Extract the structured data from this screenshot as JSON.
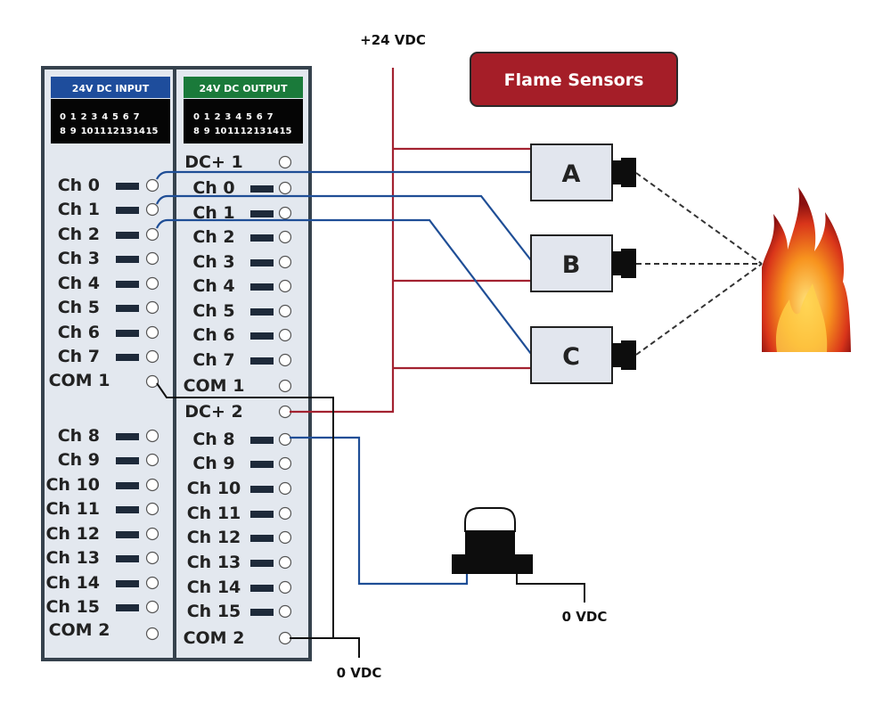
{
  "supply": {
    "plus_label": "+24 VDC",
    "zero_label_bottom": "0 VDC",
    "zero_label_switch": "0 VDC"
  },
  "title_banner": {
    "text": "Flame Sensors"
  },
  "input_module": {
    "header": "24V DC INPUT",
    "status_row1": [
      "0",
      "1",
      "2",
      "3",
      "4",
      "5",
      "6",
      "7"
    ],
    "status_row2": [
      "8",
      "9",
      "10",
      "11",
      "12",
      "13",
      "14",
      "15"
    ],
    "group1": [
      "Ch 0",
      "Ch 1",
      "Ch 2",
      "Ch 3",
      "Ch 4",
      "Ch 5",
      "Ch 6",
      "Ch 7"
    ],
    "com1": "COM 1",
    "group2": [
      "Ch 8",
      "Ch 9",
      "Ch 10",
      "Ch 11",
      "Ch 12",
      "Ch 13",
      "Ch 14",
      "Ch 15"
    ],
    "com2": "COM 2"
  },
  "output_module": {
    "header": "24V DC OUTPUT",
    "status_row1": [
      "0",
      "1",
      "2",
      "3",
      "4",
      "5",
      "6",
      "7"
    ],
    "status_row2": [
      "8",
      "9",
      "10",
      "11",
      "12",
      "13",
      "14",
      "15"
    ],
    "dc1": "DC+ 1",
    "group1": [
      "Ch 0",
      "Ch 1",
      "Ch 2",
      "Ch 3",
      "Ch 4",
      "Ch 5",
      "Ch 6",
      "Ch 7"
    ],
    "com1": "COM 1",
    "dc2": "DC+ 2",
    "group2": [
      "Ch 8",
      "Ch 9",
      "Ch 10",
      "Ch 11",
      "Ch 12",
      "Ch 13",
      "Ch 14",
      "Ch 15"
    ],
    "com2": "COM 2"
  },
  "sensors": [
    {
      "label": "A"
    },
    {
      "label": "B"
    },
    {
      "label": "C"
    }
  ],
  "colors": {
    "power": "#a32230",
    "signal": "#1f4e96",
    "ground": "#111111",
    "input_header": "#1e4d9c",
    "output_header": "#1a7a3a",
    "module_bg": "#e3e8ef",
    "module_border": "#36424d",
    "banner": "#a51e28"
  },
  "icons": {
    "flame": "flame-icon",
    "switch": "pushbutton-switch-icon"
  }
}
